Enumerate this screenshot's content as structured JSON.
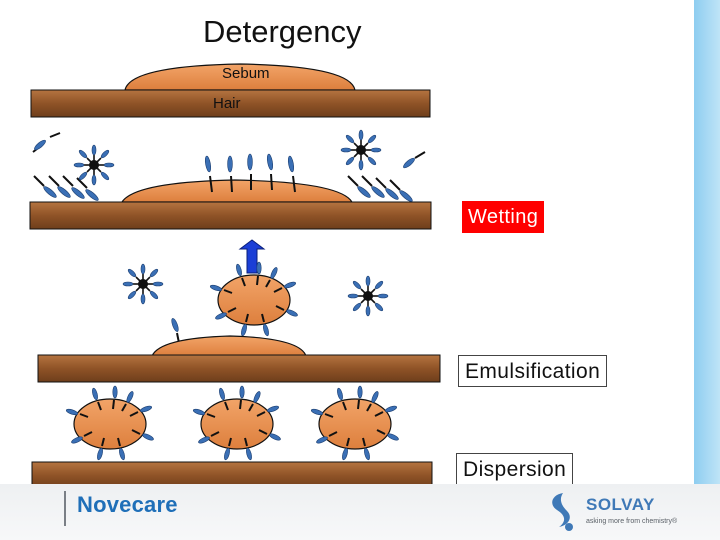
{
  "title": "Detergency",
  "labels": {
    "sebum": "Sebum",
    "hair": "Hair",
    "wetting": "Wetting",
    "emulsification": "Emulsification",
    "dispersion": "Dispersion"
  },
  "footer": {
    "brand": "Novecare",
    "logo_name": "SOLVAY",
    "logo_tagline": "asking more from chemistry®"
  },
  "colors": {
    "hair_brown": "#9b5a2c",
    "sebum_orange": "#e8914f",
    "surfactant_blue": "#3a6fb5",
    "label_red": "#ff0000",
    "arrow_blue": "#1b3fd6"
  }
}
